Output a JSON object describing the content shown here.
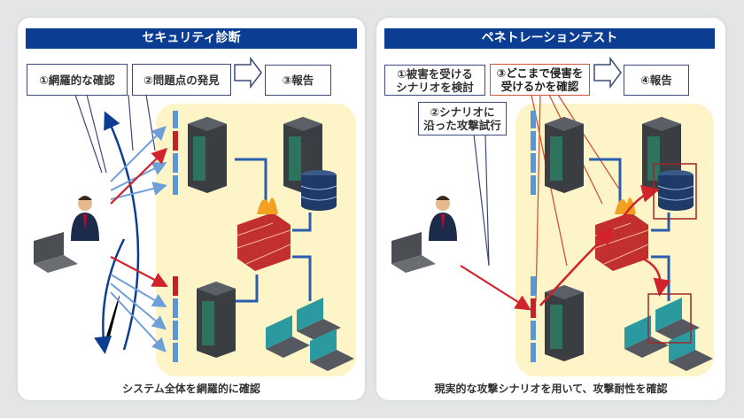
{
  "left": {
    "title": "セキュリティ診断",
    "steps": [
      "①網羅的な確認",
      "②問題点の発見",
      "③報告"
    ],
    "caption": "システム全体を網羅的に確認"
  },
  "right": {
    "title": "ペネトレーションテスト",
    "step1": [
      "①被害を受ける",
      "シナリオを検討"
    ],
    "step2": [
      "②シナリオに",
      "沿った攻撃試行"
    ],
    "step3": [
      "③どこまで侵害を",
      "受けるかを確認"
    ],
    "step4": "④報告",
    "caption": "現実的な攻撃シナリオを用いて、攻撃耐性を確認"
  },
  "colors": {
    "title_bar": "#0b3e92",
    "attack": "#d2232a",
    "probe": "#6f9fd8",
    "highlight_box": "#d0553a",
    "zone": "#fdf4c8"
  }
}
